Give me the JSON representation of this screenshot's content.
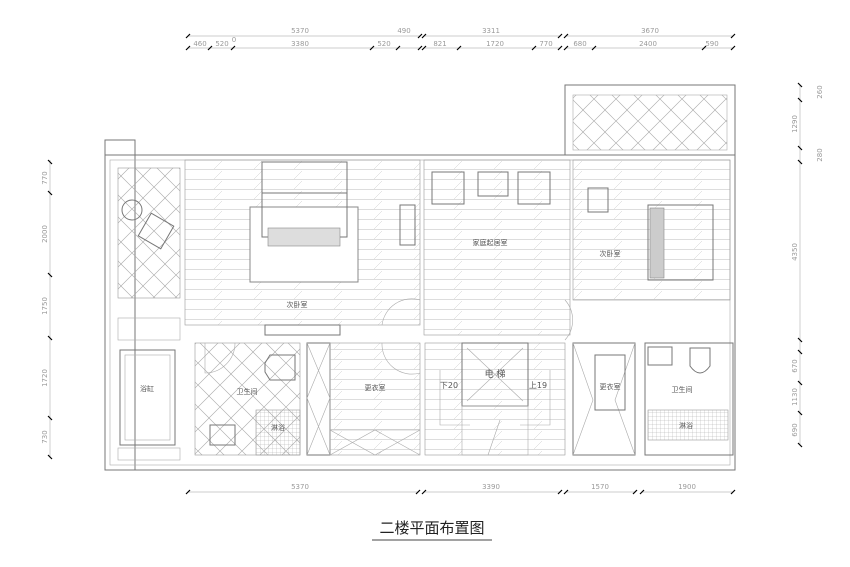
{
  "title": "二楼平面布置图",
  "rooms": {
    "master_bedroom": "次卧室",
    "living_room": "家庭起居室",
    "second_bedroom": "次卧室",
    "bathroom_left": "卫生间",
    "bathtub": "浴缸",
    "shower_left": "淋浴",
    "dressing_left": "更衣室",
    "elevator": "电 梯",
    "stair_down": "下20",
    "stair_up": "上19",
    "dressing_right": "更衣室",
    "bathroom_right": "卫生间",
    "shower_right": "淋浴"
  },
  "dimensions": {
    "top_overall": [
      "5370",
      "490",
      "3311",
      "3670"
    ],
    "top_detail": [
      "460",
      "520",
      "0",
      "3380",
      "520",
      "821",
      "1720",
      "770",
      "680",
      "2400",
      "590"
    ],
    "right": [
      "260",
      "1290",
      "280",
      "4350",
      "670",
      "1130",
      "690"
    ],
    "left": [
      "770",
      "2000",
      "1750",
      "1720",
      "730"
    ],
    "bottom": [
      "5370",
      "3390",
      "1570",
      "1900"
    ]
  },
  "colors": {
    "line": "#777777",
    "dimension": "#9a9a9a",
    "tick": "#000000"
  }
}
